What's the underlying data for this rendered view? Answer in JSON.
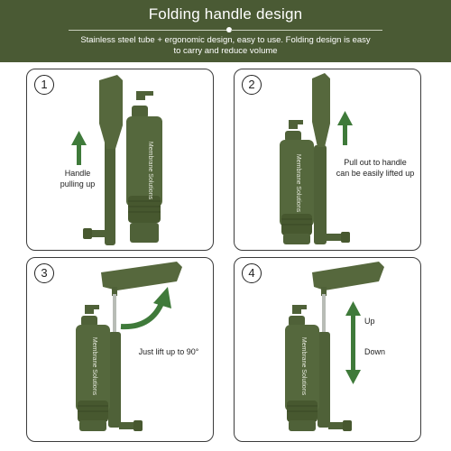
{
  "header": {
    "title": "Folding handle design",
    "subtitle_line1": "Stainless steel tube + ergonomic design, easy to use. Folding design is easy",
    "subtitle_line2": "to carry and reduce volume"
  },
  "panels": [
    {
      "number": "1",
      "caption_line1": "Handle",
      "caption_line2": "pulling up"
    },
    {
      "number": "2",
      "caption_line1": "Pull out to handle",
      "caption_line2": "can be easily lifted up"
    },
    {
      "number": "3",
      "caption_line1": "Just lift up to 90°",
      "caption_line2": ""
    },
    {
      "number": "4",
      "caption_up": "Up",
      "caption_down": "Down"
    }
  ],
  "brand_label": "Membrane Solutions",
  "colors": {
    "header_bg": "#4a5a34",
    "product_green": "#4f6138",
    "arrow_green": "#3f7a3a"
  }
}
